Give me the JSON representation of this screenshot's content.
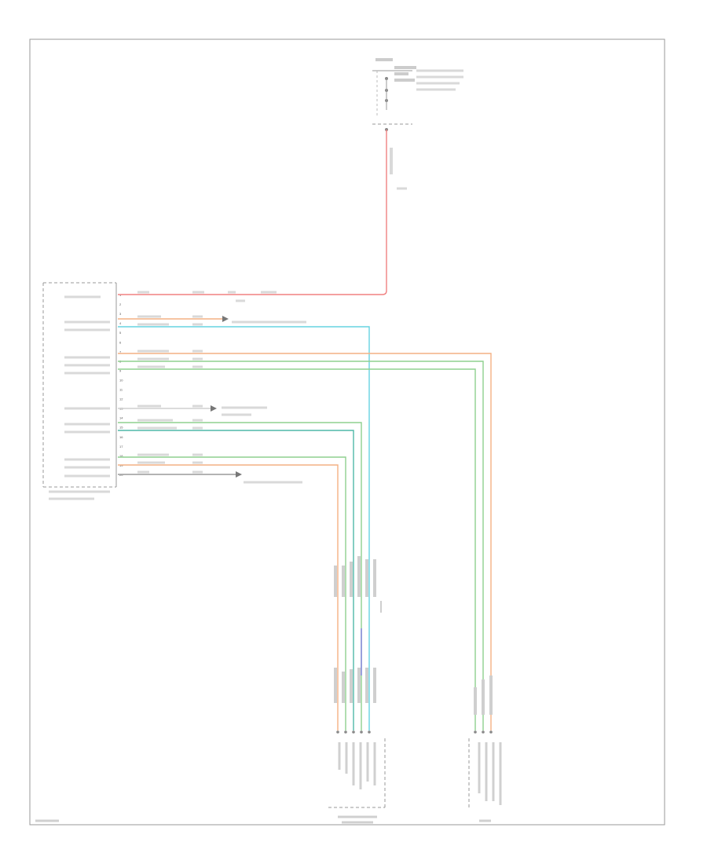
{
  "diagram": {
    "footer_code": "",
    "module_pins": [
      "1",
      "2",
      "3",
      "4",
      "5",
      "6",
      "7",
      "8",
      "9",
      "10",
      "11",
      "12",
      "13",
      "14",
      "15",
      "16",
      "17",
      "18",
      "19",
      "20"
    ],
    "module_caption": [],
    "connectors_bottom": [
      {
        "caption": []
      },
      {
        "caption": []
      }
    ],
    "colors": {
      "red": "#f08080",
      "orange": "#f4b183",
      "green": "#8fd08f",
      "cyan": "#66d3e0",
      "teal": "#4fb8a8",
      "gray": "#9a9a9a",
      "blue": "#8080e0",
      "frame": "#999999"
    }
  }
}
